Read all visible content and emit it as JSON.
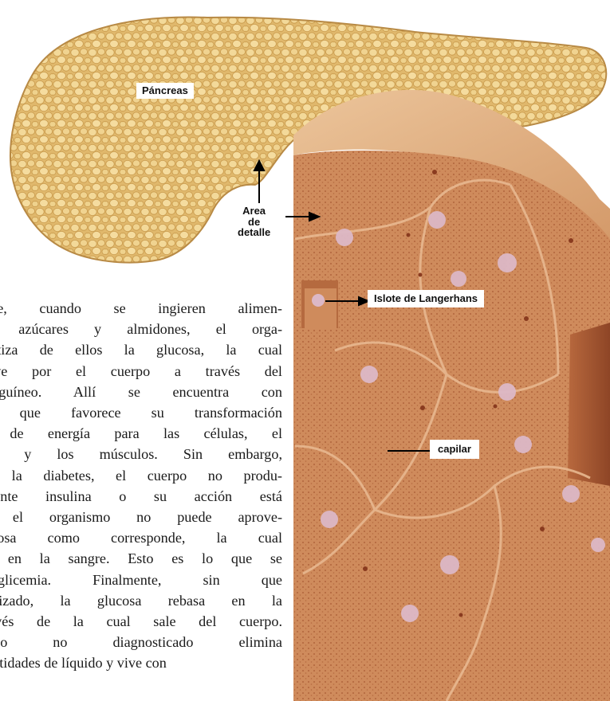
{
  "labels": {
    "pancreas": "Páncreas",
    "detail_area": [
      "Area",
      "de",
      "detalle"
    ],
    "islet": "Islote de Langerhans",
    "capillary": "capilar"
  },
  "body_text_lines": [
    "ente, cuando se ingieren alimen-",
    "en azúcares y almidones, el orga-",
    "ntetiza de ellos la glucosa, la cual",
    "buye por el cuerpo a través del",
    "sanguíneo. Allí se encuentra con",
    "a, que favorece su transformación",
    "e de energía para las células, el",
    "aso y los músculos. Sin embargo,",
    "er la diabetes, el cuerpo no produ-",
    "iciente insulina o su acción está",
    "y el organismo no puede aprove-",
    "lucosa como corresponde, la cual",
    "la en la sangre. Esto es lo que se",
    "perglicemia. Finalmente, sin que",
    "utilizado, la glucosa rebasa en la",
    "través de la cual sale del cuerpo.",
    "ético no diagnosticado elimina",
    "cantidades de líquido y vive con"
  ],
  "colors": {
    "pancreas_fill": "#e3bd72",
    "lobule_fill": "#f0d594",
    "tissue_fill": "#c98355",
    "tissue_top": "#e0b083",
    "septa": "#e6b48b",
    "islet": "#d9b3c0",
    "label_bg": "#ffffff"
  }
}
